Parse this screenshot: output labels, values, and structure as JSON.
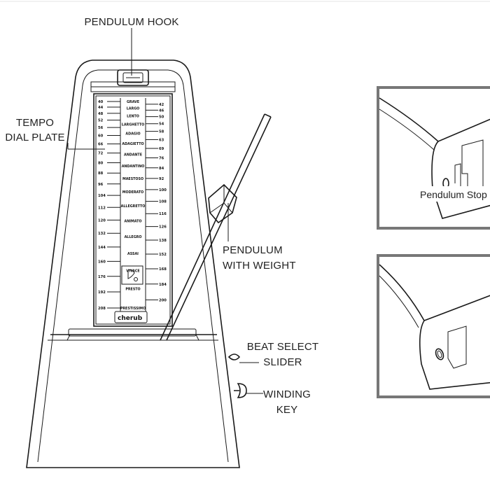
{
  "labels": {
    "pendulum_hook": "PENDULUM HOOK",
    "tempo_line1": "TEMPO",
    "tempo_line2": "DIAL PLATE",
    "pendulum_line1": "PENDULUM",
    "pendulum_line2": "WITH WEIGHT",
    "beat_line1": "BEAT SELECT",
    "beat_line2": "SLIDER",
    "winding_line1": "WINDING",
    "winding_line2": "KEY",
    "pendulum_stop": "Pendulum Stop"
  },
  "brand": "cherub",
  "dial": {
    "left_ticks": [
      "40",
      "44",
      "48",
      "52",
      "56",
      "60",
      "66",
      "72",
      "80",
      "88",
      "96",
      "104",
      "112",
      "120",
      "132",
      "144",
      "160",
      "176",
      "192",
      "208"
    ],
    "right_ticks": [
      "42",
      "46",
      "50",
      "54",
      "58",
      "63",
      "69",
      "76",
      "84",
      "92",
      "100",
      "108",
      "116",
      "126",
      "138",
      "152",
      "168",
      "184",
      "200"
    ],
    "tempo_names": [
      "GRAVE",
      "LARGO",
      "LENTO",
      "LARGHETTO",
      "ADAGIO",
      "ADAGIETTO",
      "ANDANTE",
      "ANDANTINO",
      "MAESTOSO",
      "MODERATO",
      "ALLEGRETTO",
      "ANIMATO",
      "ALLEGRO",
      "ASSAI",
      "VIVACE",
      "PRESTO",
      "PRESTISSIMO"
    ]
  },
  "colors": {
    "line": "#1a1a1a",
    "inset_frame": "#777777",
    "background": "#ffffff"
  }
}
